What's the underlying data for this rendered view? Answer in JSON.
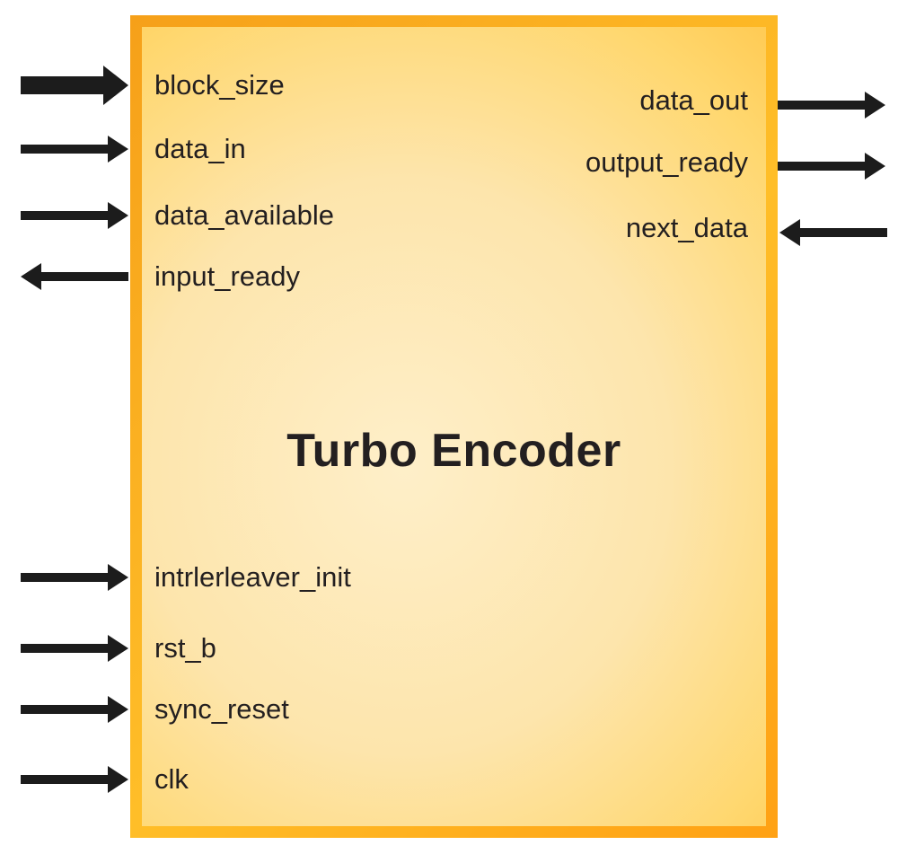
{
  "diagram": {
    "title": "Turbo Encoder",
    "colors": {
      "background": "#FFFFFF",
      "block_border": "#F9A41C",
      "block_border_light": "#FFC12B",
      "block_fill_edge": "#FFC445",
      "block_fill_center": "#FEEFC9",
      "arrow": "#1C1C1C",
      "label_text": "#231F20"
    },
    "signals": {
      "left_top": [
        {
          "label": "block_size",
          "direction": "input",
          "weight": "thick"
        },
        {
          "label": "data_in",
          "direction": "input",
          "weight": "normal"
        },
        {
          "label": "data_available",
          "direction": "input",
          "weight": "normal"
        },
        {
          "label": "input_ready",
          "direction": "output",
          "weight": "normal"
        }
      ],
      "left_bottom": [
        {
          "label": "intrlerleaver_init",
          "direction": "input",
          "weight": "normal"
        },
        {
          "label": "rst_b",
          "direction": "input",
          "weight": "normal"
        },
        {
          "label": "sync_reset",
          "direction": "input",
          "weight": "normal"
        },
        {
          "label": "clk",
          "direction": "input",
          "weight": "normal"
        }
      ],
      "right": [
        {
          "label": "data_out",
          "direction": "output",
          "weight": "normal"
        },
        {
          "label": "output_ready",
          "direction": "output",
          "weight": "normal"
        },
        {
          "label": "next_data",
          "direction": "input",
          "weight": "normal"
        }
      ]
    }
  }
}
